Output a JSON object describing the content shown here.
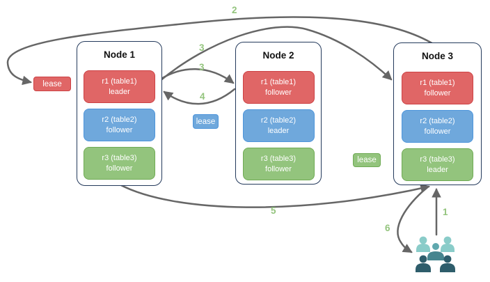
{
  "nodes": [
    {
      "title": "Node 1",
      "replicas": [
        {
          "label": "r1 (table1)",
          "role": "leader",
          "color": "#e06666"
        },
        {
          "label": "r2 (table2)",
          "role": "follower",
          "color": "#6fa8dc"
        },
        {
          "label": "r3 (table3)",
          "role": "follower",
          "color": "#93c47d"
        }
      ]
    },
    {
      "title": "Node 2",
      "replicas": [
        {
          "label": "r1 (table1)",
          "role": "follower",
          "color": "#e06666"
        },
        {
          "label": "r2 (table2)",
          "role": "leader",
          "color": "#6fa8dc"
        },
        {
          "label": "r3 (table3)",
          "role": "follower",
          "color": "#93c47d"
        }
      ]
    },
    {
      "title": "Node 3",
      "replicas": [
        {
          "label": "r1 (table1)",
          "role": "follower",
          "color": "#e06666"
        },
        {
          "label": "r2 (table2)",
          "role": "follower",
          "color": "#6fa8dc"
        },
        {
          "label": "r3 (table3)",
          "role": "leader",
          "color": "#93c47d"
        }
      ]
    }
  ],
  "leases": [
    {
      "label": "lease",
      "color": "#e06666"
    },
    {
      "label": "lease",
      "color": "#6fa8dc"
    },
    {
      "label": "lease",
      "color": "#93c47d"
    }
  ],
  "steps": [
    {
      "num": "2"
    },
    {
      "num": "3"
    },
    {
      "num": "3"
    },
    {
      "num": "4"
    },
    {
      "num": "5"
    },
    {
      "num": "1"
    },
    {
      "num": "6"
    }
  ],
  "icons": {
    "users_group": "users-group-icon"
  },
  "colors": {
    "arrow": "#666666",
    "step_label": "#93c47d",
    "node_border": "#23395b",
    "red_fill": "#e06666",
    "red_border": "#cc4144",
    "blue_fill": "#6fa8dc",
    "blue_border": "#4d95db",
    "green_fill": "#93c47d",
    "green_border": "#6faa54",
    "users_light": "#8accc9",
    "users_mid": "#5fa8ae",
    "users_mid_dark": "#47858f",
    "users_dark": "#2e5d6b"
  }
}
